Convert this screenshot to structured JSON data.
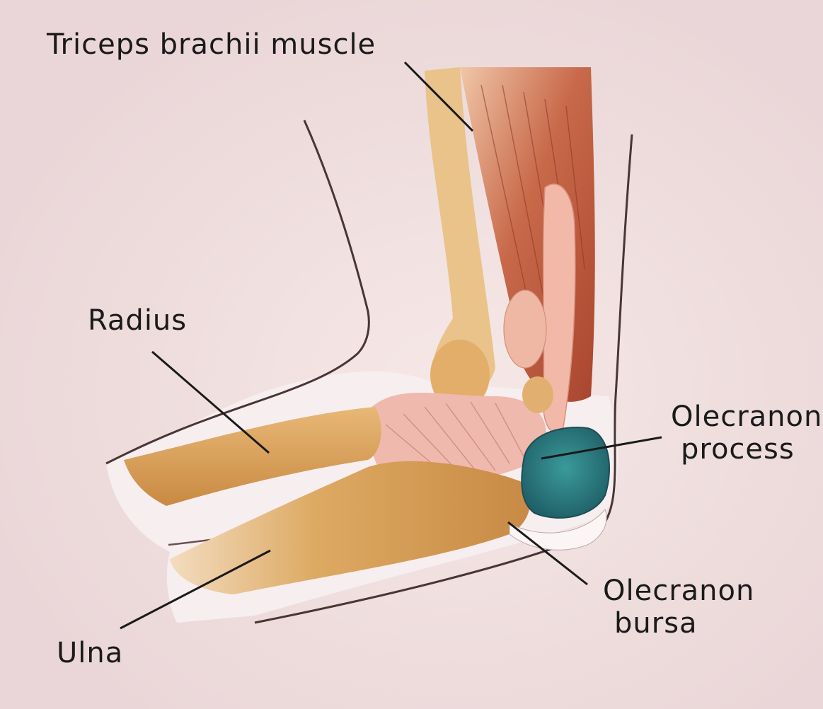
{
  "labels": {
    "triceps": "Triceps brachii muscle",
    "radius": "Radius",
    "olecranon_process_line1": "Olecranon",
    "olecranon_process_line2": "process",
    "olecranon_bursa_line1": "Olecranon",
    "olecranon_bursa_line2": "bursa",
    "ulna": "Ulna"
  },
  "colors": {
    "background": "#efe1e2",
    "skin_outline": "#3a2a2a",
    "bone": "#d9a35c",
    "muscle": "#b4553a",
    "tendon": "#f2b6a6",
    "bursa": "#2f7d80",
    "leader_line": "#1a1a1a"
  }
}
